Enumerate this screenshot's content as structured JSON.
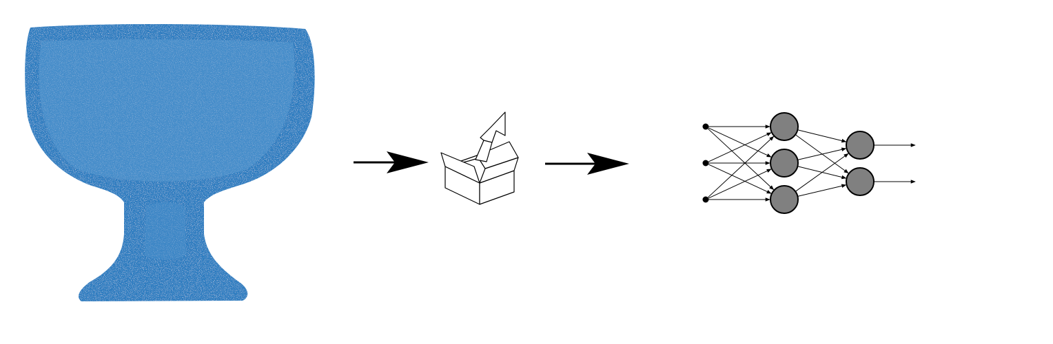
{
  "diagram": {
    "stages": [
      {
        "id": "point-cloud",
        "icon": "point-cloud-goblet-icon"
      },
      {
        "id": "unboxing",
        "icon": "open-box-arrow-icon"
      },
      {
        "id": "network",
        "icon": "neural-network-icon"
      }
    ],
    "connectors": [
      {
        "from": "point-cloud",
        "to": "unboxing"
      },
      {
        "from": "unboxing",
        "to": "network"
      }
    ],
    "network": {
      "layer_sizes": [
        3,
        3,
        2
      ],
      "output_count": 2
    },
    "colors": {
      "point_cloud": "#2f7dc0",
      "neuron_fill": "#808080",
      "stroke": "#000000",
      "background": "#ffffff"
    }
  }
}
